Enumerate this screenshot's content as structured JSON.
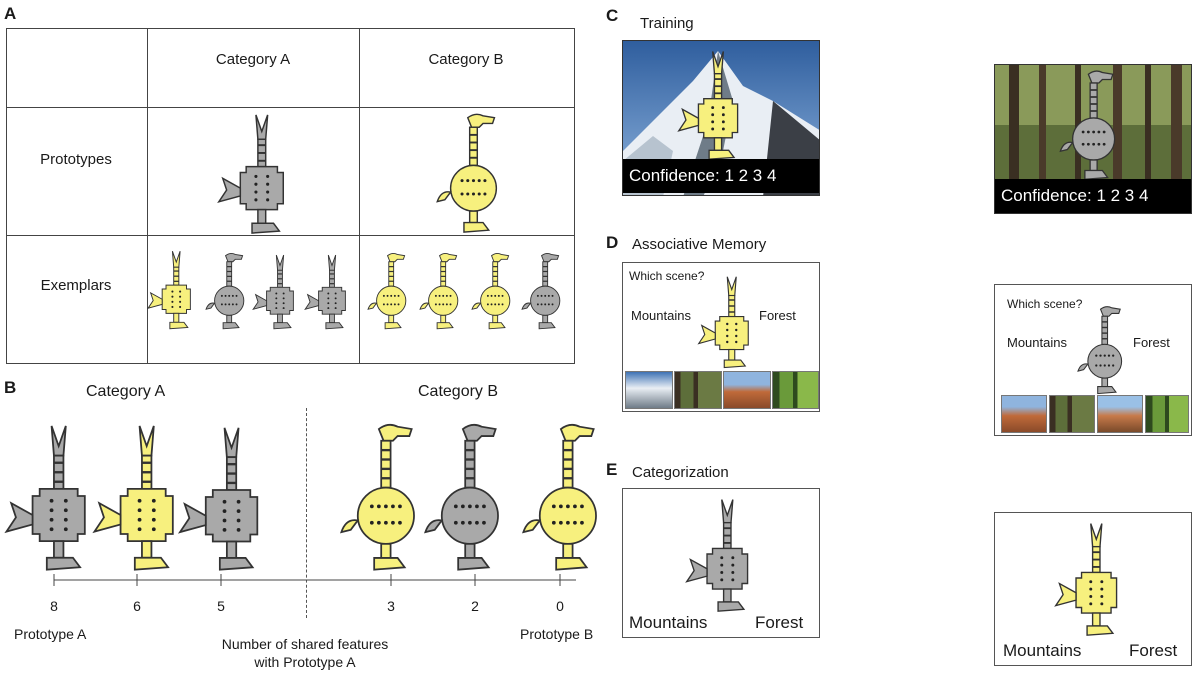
{
  "panels": {
    "A": {
      "letter": "A",
      "col_headers": [
        "Category A",
        "Category B"
      ],
      "row_labels": [
        "Prototypes",
        "Exemplars"
      ]
    },
    "B": {
      "letter": "B",
      "cat_a": "Category A",
      "cat_b": "Category B",
      "ticks": [
        "8",
        "6",
        "5",
        "3",
        "2",
        "0"
      ],
      "left_label": "Prototype A",
      "right_label": "Prototype B",
      "axis_label_line1": "Number of shared features",
      "axis_label_line2": "with Prototype A"
    },
    "C": {
      "letter": "C",
      "title": "Training",
      "fixation": "+",
      "confidence_1": "Confidence: 1 2 3 4",
      "confidence_2": "Confidence: 1 2 3 4"
    },
    "D": {
      "letter": "D",
      "title": "Associative Memory",
      "question_1": "Which scene?",
      "question_2": "Which scene?",
      "left_option": "Mountains",
      "right_option": "Forest",
      "left_option_2": "Mountains",
      "right_option_2": "Forest",
      "fixation": "+"
    },
    "E": {
      "letter": "E",
      "title": "Categorization",
      "left_option": "Mountains",
      "right_option": "Forest",
      "left_option_2": "Mountains",
      "right_option_2": "Forest",
      "fixation": "+"
    }
  },
  "colors": {
    "yellow": "#f7f07e",
    "gray": "#a9a9a9",
    "outline": "#333333",
    "mountain_sky": "#3f73b5",
    "forest": "#4a5a2e"
  }
}
